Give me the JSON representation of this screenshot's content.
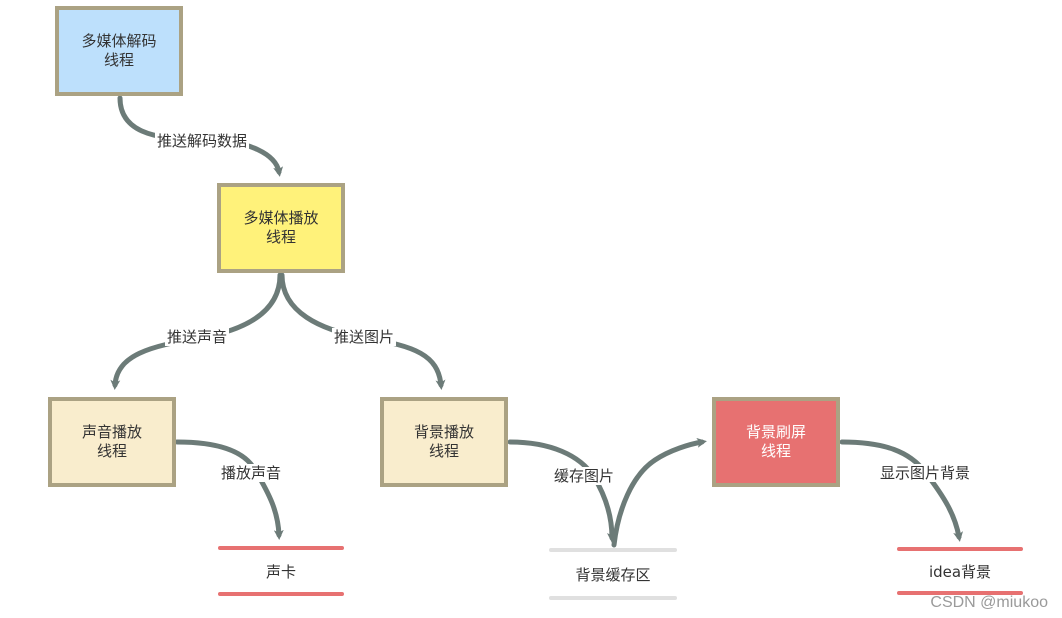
{
  "nodes": {
    "decode": {
      "line1": "多媒体解码",
      "line2": "线程",
      "fill": "#BDE0FC"
    },
    "play": {
      "line1": "多媒体播放",
      "line2": "线程",
      "fill": "#FFF27A"
    },
    "audio": {
      "line1": "声音播放",
      "line2": "线程",
      "fill": "#F9EDCD"
    },
    "bg": {
      "line1": "背景播放",
      "line2": "线程",
      "fill": "#F9EDCD"
    },
    "refresh": {
      "line1": "背景刷屏",
      "line2": "线程",
      "fill": "#E77171"
    }
  },
  "stores": {
    "soundcard": {
      "label": "声卡",
      "color": "#E77171"
    },
    "cache": {
      "label": "背景缓存区",
      "color": "#E0E0E0"
    },
    "idea": {
      "label": "idea背景",
      "color": "#E77171"
    }
  },
  "edges": {
    "push_decode": "推送解码数据",
    "push_audio": "推送声音",
    "push_image": "推送图片",
    "play_audio": "播放声音",
    "cache_image": "缓存图片",
    "show_bg": "显示图片背景"
  },
  "watermark": "CSDN @miukoo",
  "colors": {
    "border": "#ABA283",
    "arrow": "#6C7B78"
  }
}
